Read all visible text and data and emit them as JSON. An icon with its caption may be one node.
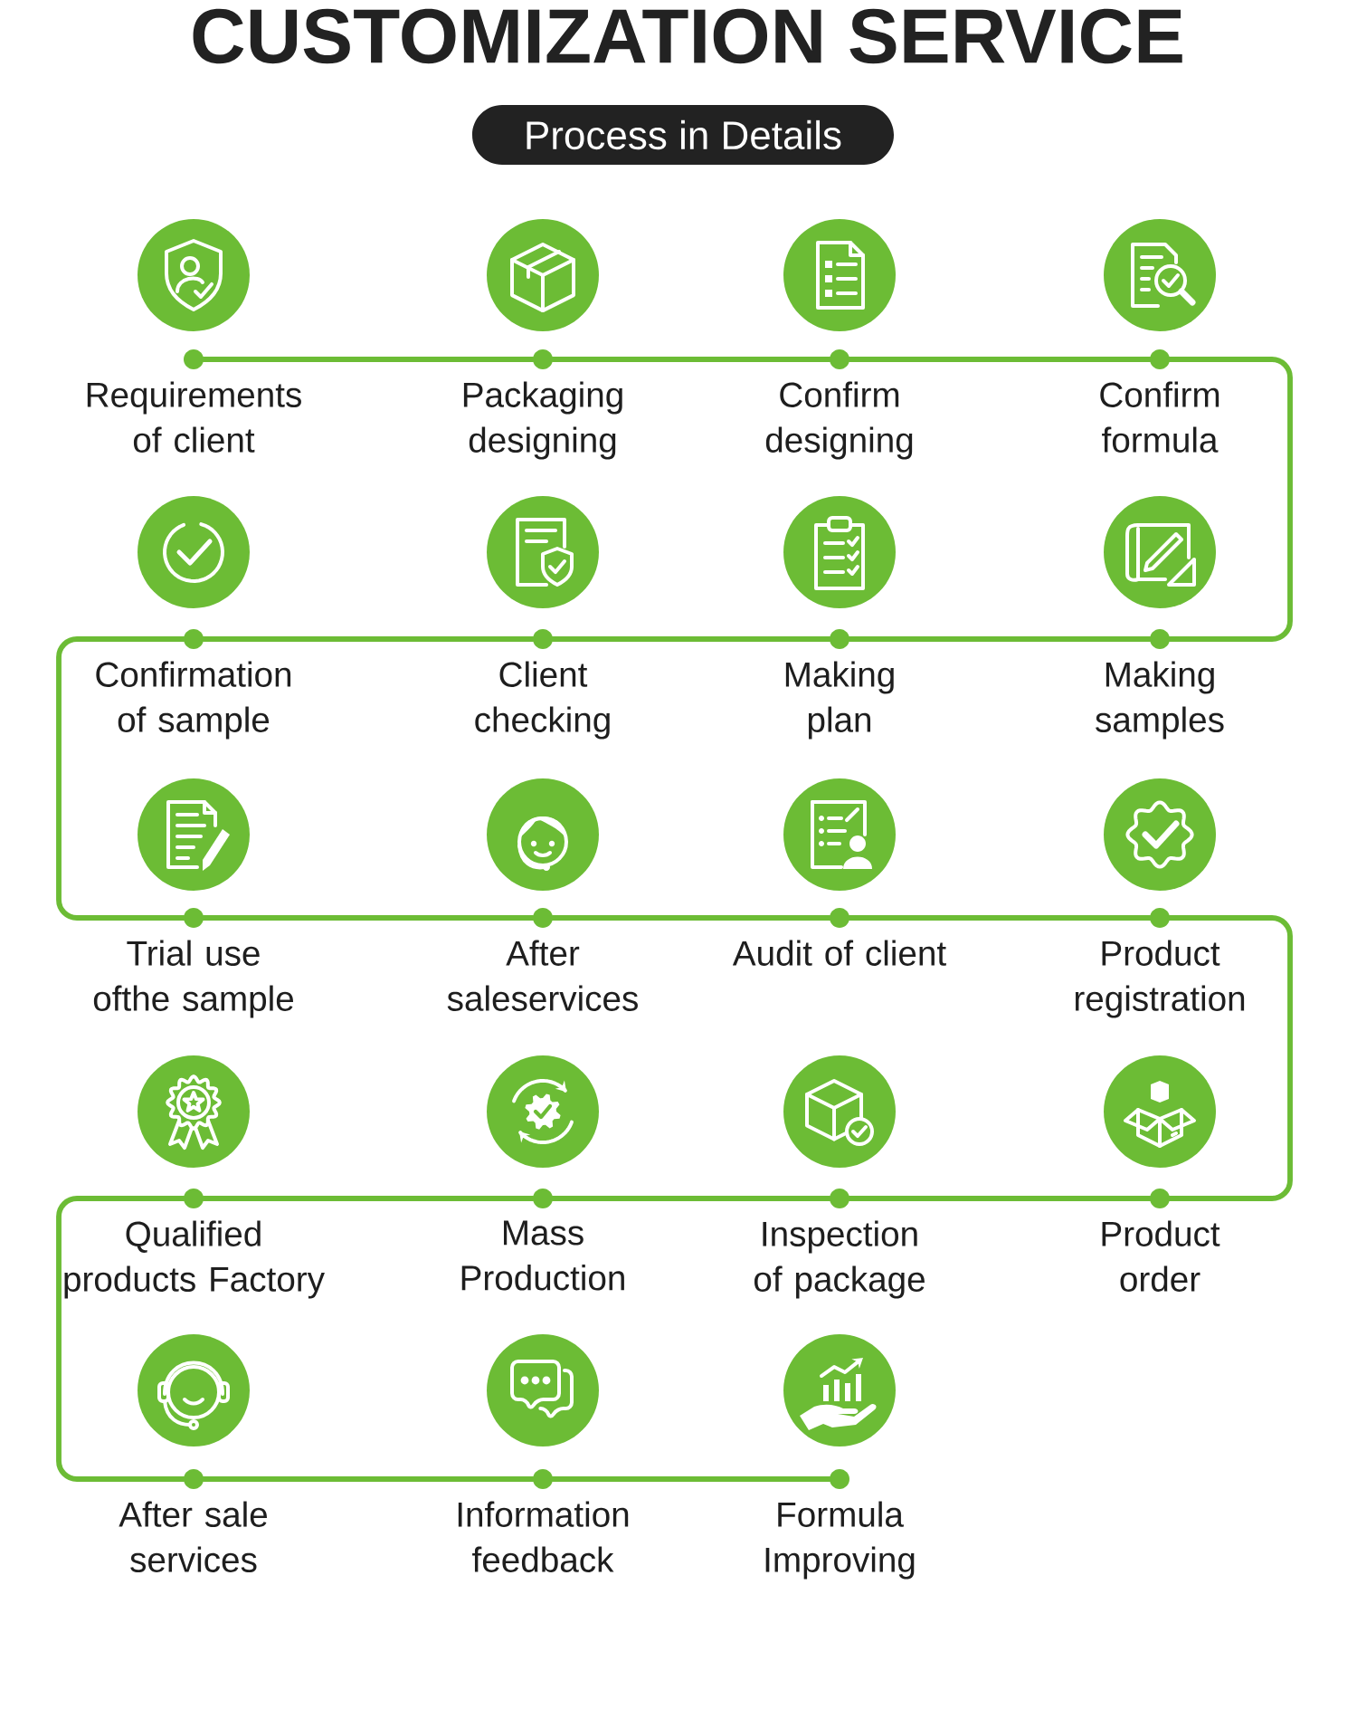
{
  "diagram": {
    "title": "CUSTOMIZATION SERVICE",
    "nodes": [
      {
        "text": [
          "Process in Details"
        ]
      },
      {
        "text": [
          "Requirements of client"
        ]
      },
      {
        "text": [
          "Packaging designing"
        ]
      },
      {
        "text": [
          "Confirm designing"
        ]
      },
      {
        "text": [
          "Confirm formula"
        ]
      },
      {
        "text": [
          "Confirmation of sample"
        ]
      },
      {
        "text": [
          "Client checking"
        ]
      },
      {
        "text": [
          "Making plan"
        ]
      },
      {
        "text": [
          "Making samples"
        ]
      },
      {
        "text": [
          "Trial use ofthe sample"
        ]
      },
      {
        "text": [
          "After saleservices"
        ]
      },
      {
        "text": [
          "Audit of client"
        ]
      },
      {
        "text": [
          "Product registration"
        ]
      },
      {
        "text": [
          "Qualified products Factory"
        ]
      },
      {
        "text": [
          "Mass Production"
        ]
      },
      {
        "text": [
          "Inspection of package"
        ]
      },
      {
        "text": [
          "Product order"
        ]
      },
      {
        "text": [
          "After sale services"
        ]
      },
      {
        "text": [
          "Information feedback"
        ]
      },
      {
        "text": [
          "Formula Improving"
        ]
      }
    ],
    "edges": [
      {
        "from": 1,
        "to": 2,
        "arrow": "none"
      },
      {
        "from": 2,
        "to": 3,
        "arrow": "none"
      },
      {
        "from": 3,
        "to": 4,
        "arrow": "none"
      },
      {
        "from": 4,
        "to": 8,
        "arrow": "none"
      },
      {
        "from": 8,
        "to": 7,
        "arrow": "none"
      },
      {
        "from": 7,
        "to": 6,
        "arrow": "none"
      },
      {
        "from": 6,
        "to": 5,
        "arrow": "none"
      },
      {
        "from": 5,
        "to": 9,
        "arrow": "none"
      },
      {
        "from": 9,
        "to": 10,
        "arrow": "none"
      },
      {
        "from": 10,
        "to": 11,
        "arrow": "none"
      },
      {
        "from": 11,
        "to": 12,
        "arrow": "none"
      },
      {
        "from": 12,
        "to": 16,
        "arrow": "none"
      },
      {
        "from": 16,
        "to": 15,
        "arrow": "none"
      },
      {
        "from": 15,
        "to": 14,
        "arrow": "none"
      },
      {
        "from": 14,
        "to": 13,
        "arrow": "none"
      },
      {
        "from": 13,
        "to": 17,
        "arrow": "none"
      },
      {
        "from": 17,
        "to": 18,
        "arrow": "none"
      },
      {
        "from": 18,
        "to": 19,
        "arrow": "none"
      }
    ]
  }
}
